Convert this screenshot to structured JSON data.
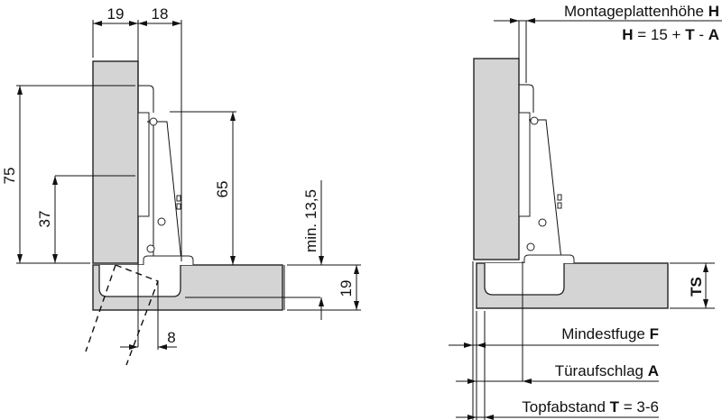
{
  "left_view": {
    "dim_panel_thickness": "19",
    "dim_overlay": "18",
    "dim_height_75": "75",
    "dim_height_37": "37",
    "dim_height_65": "65",
    "dim_min_clearance": "min. 13,5",
    "dim_door_thickness": "19",
    "dim_gap_8": "8"
  },
  "right_view": {
    "mounting_plate_label": "Montageplattenhöhe ",
    "mounting_plate_symbol": "H",
    "formula_h": "H",
    "formula_eq": " = 15 + ",
    "formula_t": "T",
    "formula_minus": " - ",
    "formula_a": "A",
    "door_thickness_symbol": "TS",
    "min_gap_label": "Mindestfuge ",
    "min_gap_symbol": "F",
    "overlay_label": "Türaufschlag ",
    "overlay_symbol": "A",
    "cup_distance_label": "Topfabstand ",
    "cup_distance_symbol": "T",
    "cup_distance_range": " = 3-6"
  }
}
